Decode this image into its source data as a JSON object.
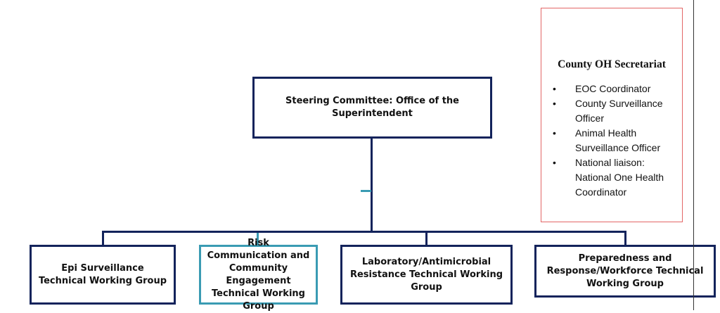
{
  "steering": {
    "label": "Steering Committee: Office of the Superintendent"
  },
  "working_groups": [
    {
      "label": "Epi Surveillance Technical Working Group"
    },
    {
      "label": "Risk Communication and Community Engagement Technical Working Group"
    },
    {
      "label": "Laboratory/Antimicrobial Resistance Technical Working Group"
    },
    {
      "label": "Preparedness and Response/Workforce Technical Working Group"
    }
  ],
  "secretariat": {
    "title": "County OH Secretariat",
    "items": [
      "EOC Coordinator",
      "County Surveillance Officer",
      "Animal Health Surveillance Officer",
      "National liaison: National One Health Coordinator"
    ]
  },
  "colors": {
    "navy": "#13235b",
    "teal": "#3a9bb3",
    "secretariat_border": "#e36666"
  }
}
